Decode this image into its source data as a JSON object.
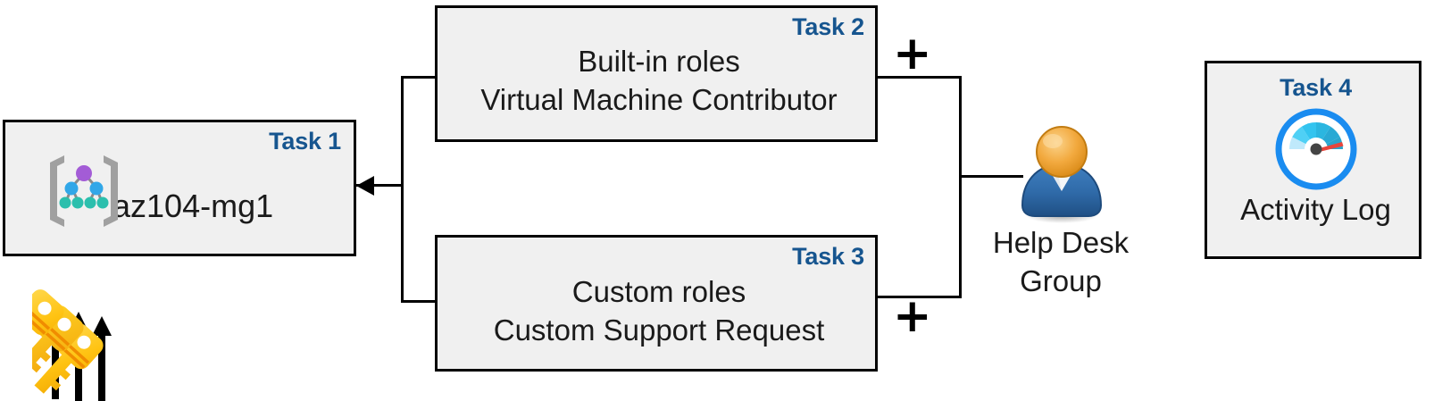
{
  "diagram": {
    "title_present": false,
    "colors": {
      "task_label": "#16558f",
      "box_fill": "#f0f0f0",
      "box_border": "#000000",
      "connector": "#000000",
      "key_yellow": "#ffc20e",
      "key_orange": "#f5a623",
      "person_head": "#f0a93b",
      "person_body": "#2e6da4",
      "gauge_blue": "#1a8cf0",
      "gauge_needle": "#e8453c",
      "mg_node_purple": "#a35cd6",
      "mg_node_blue": "#31a7e8",
      "mg_node_teal": "#2bbfad",
      "mg_bracket": "#a0a0a0"
    },
    "nodes": {
      "task1": {
        "label": "Task 1",
        "name": "az104-mg1",
        "icon": "management-group-icon"
      },
      "task2": {
        "label": "Task 2",
        "line1": "Built-in roles",
        "line2": "Virtual Machine Contributor"
      },
      "task3": {
        "label": "Task 3",
        "line1": "Custom roles",
        "line2": "Custom Support Request"
      },
      "task4": {
        "label": "Task 4",
        "name": "Activity Log",
        "icon": "activity-log-gauge-icon"
      },
      "actor": {
        "line1": "Help Desk",
        "line2": "Group",
        "icon": "user-group-icon"
      },
      "keys": {
        "icon": "keys-icon",
        "count": 3
      }
    },
    "operators": {
      "plus_top": "+",
      "plus_bottom": "+"
    },
    "edges": [
      {
        "from": "task2",
        "to": "task1",
        "direction": "left"
      },
      {
        "from": "task3",
        "to": "task1",
        "direction": "left"
      },
      {
        "from": "actor",
        "to": "task2",
        "direction": "left"
      },
      {
        "from": "actor",
        "to": "task3",
        "direction": "left"
      },
      {
        "from": "keys",
        "to": "task1",
        "direction": "up",
        "count": 3
      }
    ]
  }
}
